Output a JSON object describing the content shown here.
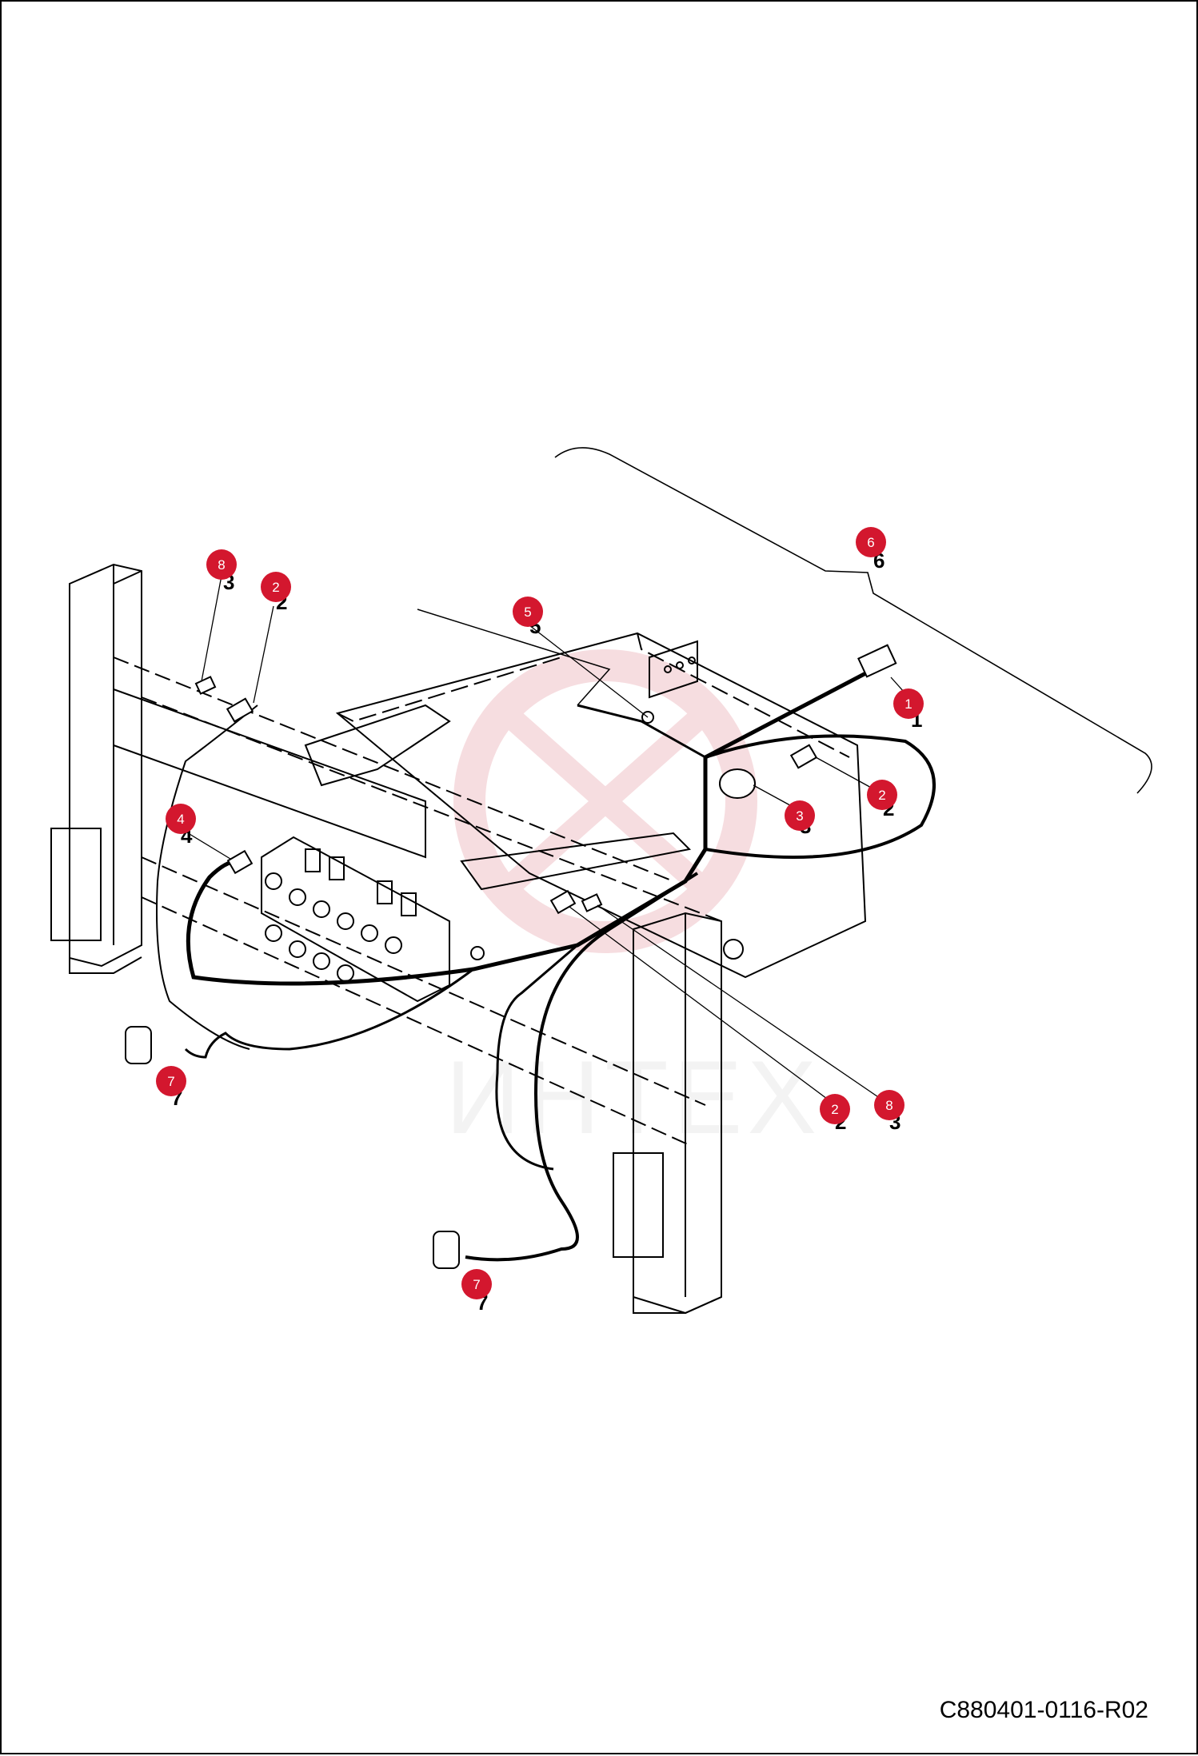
{
  "drawing_id": "C880401-0116-R02",
  "watermark_text": "ИНТЕХ",
  "accent_color": "#d3172e",
  "callouts": [
    {
      "id": "c8a",
      "label": "8"
    },
    {
      "id": "c2a",
      "label": "2"
    },
    {
      "id": "c5",
      "label": "5"
    },
    {
      "id": "c6",
      "label": "6"
    },
    {
      "id": "c1",
      "label": "1"
    },
    {
      "id": "c2b",
      "label": "2"
    },
    {
      "id": "c3",
      "label": "3"
    },
    {
      "id": "c4",
      "label": "4"
    },
    {
      "id": "c7a",
      "label": "7"
    },
    {
      "id": "c2c",
      "label": "2"
    },
    {
      "id": "c8b",
      "label": "8"
    },
    {
      "id": "c7b",
      "label": "7"
    }
  ]
}
